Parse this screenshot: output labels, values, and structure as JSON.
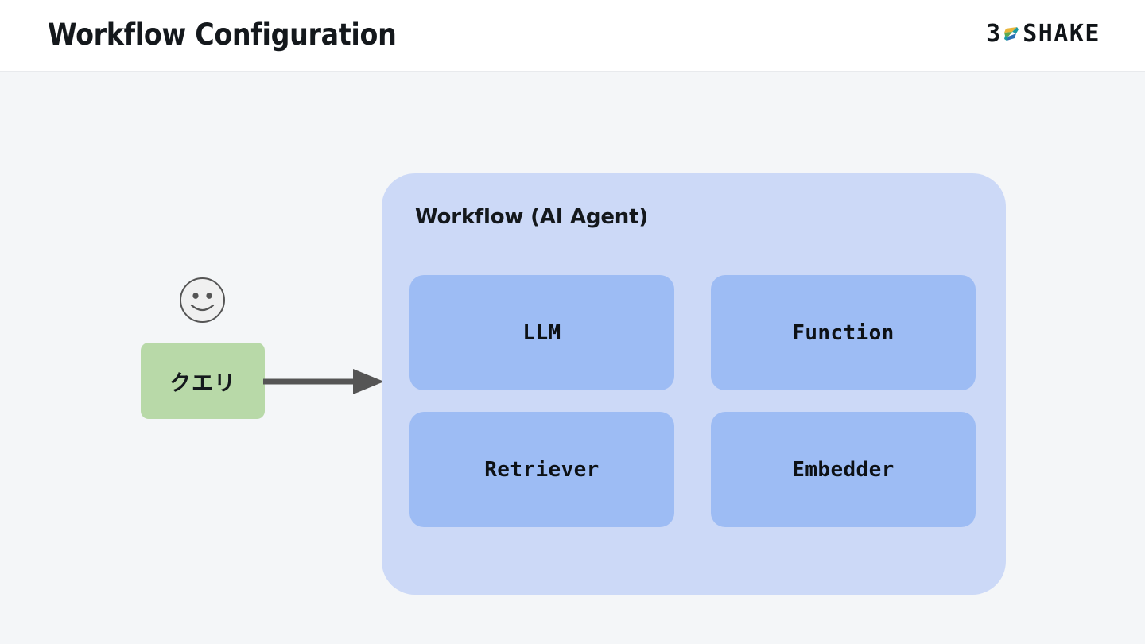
{
  "header": {
    "title": "Workflow Configuration",
    "logo": {
      "three": "3",
      "mark_icon": "shake-logo-mark",
      "word": "SHAKE",
      "mark_colors": {
        "gold": "#e8b53a",
        "teal": "#1a9aa0",
        "blue": "#2b6fb5",
        "green": "#5aa84f"
      }
    }
  },
  "colors": {
    "page_background": "#f4f6f8",
    "header_background": "#ffffff",
    "workflow_container": "#ccd9f7",
    "component_box": "#9dbcf4",
    "query_box": "#b8d9a8",
    "arrow": "#555555",
    "face_outline": "#555555",
    "face_fill": "#f0f0f0",
    "text": "#14181c"
  },
  "diagram": {
    "user": {
      "icon": "smiley-face-icon"
    },
    "query_node": {
      "label": "クエリ"
    },
    "arrow": {
      "icon": "arrow-right-icon",
      "from": "query_node",
      "to": "workflow_container"
    },
    "workflow": {
      "label": "Workflow (AI Agent)",
      "components": [
        {
          "label": "LLM"
        },
        {
          "label": "Function"
        },
        {
          "label": "Retriever"
        },
        {
          "label": "Embedder"
        }
      ]
    }
  }
}
